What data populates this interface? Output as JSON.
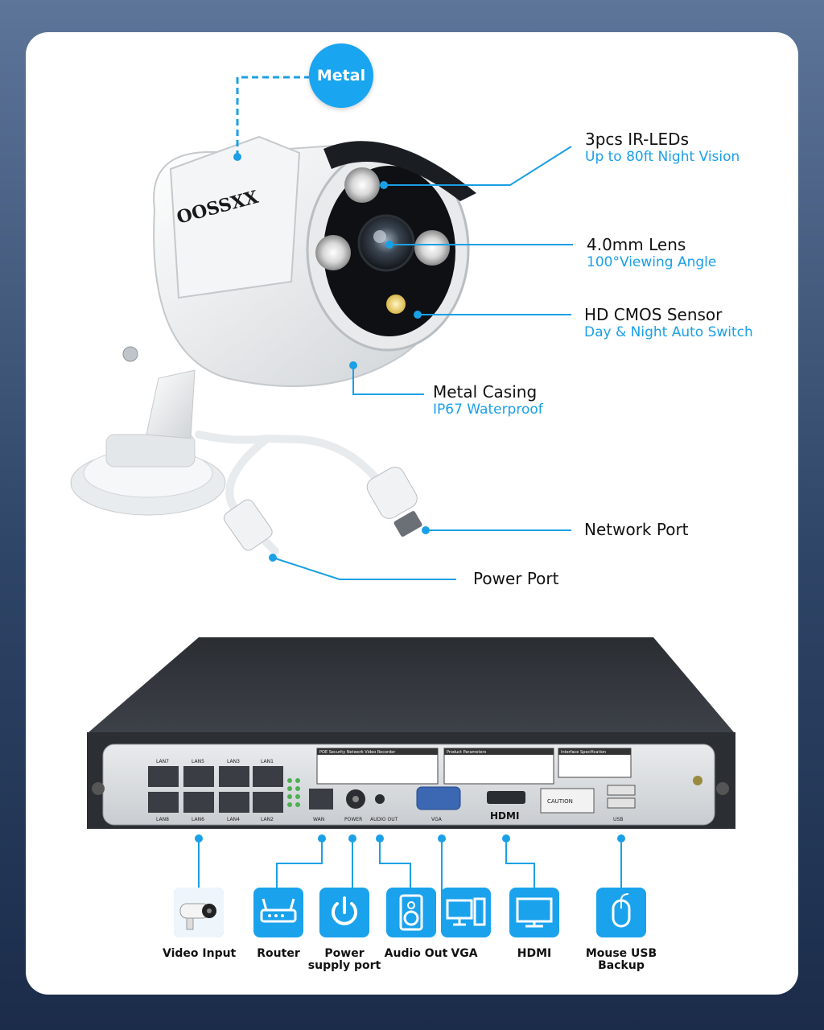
{
  "camera": {
    "brand": "OOSSXX",
    "metal_badge": "Metal",
    "callouts": [
      {
        "title": "3pcs IR-LEDs",
        "subtitle": "Up to 80ft Night Vision"
      },
      {
        "title": "4.0mm Lens",
        "subtitle": "100°Viewing Angle"
      },
      {
        "title": "HD CMOS Sensor",
        "subtitle": "Day & Night Auto Switch"
      },
      {
        "title": "Metal Casing",
        "subtitle": "IP67 Waterproof"
      },
      {
        "title": "Network Port",
        "subtitle": ""
      },
      {
        "title": "Power Port",
        "subtitle": ""
      }
    ]
  },
  "nvr": {
    "lan_top": [
      "LAN7",
      "LAN5",
      "LAN3",
      "LAN1"
    ],
    "lan_bottom": [
      "LAN8",
      "LAN6",
      "LAN4",
      "LAN2"
    ],
    "port_labels": {
      "wan": "WAN",
      "power": "POWER",
      "audio": "AUDIO OUT",
      "vga": "VGA",
      "usb": "USB"
    },
    "hdmi_logo": "HDMI",
    "caution": "CAUTION",
    "panels": {
      "recorder": "POE Security Network Video Recorder",
      "product": "Product Parameters",
      "interface": "Interface Specification"
    }
  },
  "ports": [
    {
      "label": "Video Input",
      "icon": "camera-icon"
    },
    {
      "label": "Router",
      "icon": "router-icon"
    },
    {
      "label": "Power supply port",
      "icon": "power-icon"
    },
    {
      "label": "Audio Out",
      "icon": "speaker-icon"
    },
    {
      "label": "VGA",
      "icon": "monitor-icon"
    },
    {
      "label": "HDMI",
      "icon": "display-icon"
    },
    {
      "label": "Mouse USB Backup",
      "icon": "mouse-icon"
    }
  ],
  "colors": {
    "accent": "#1aa2ec",
    "dark_bg": "#1b2c4a",
    "card": "#ffffff"
  }
}
